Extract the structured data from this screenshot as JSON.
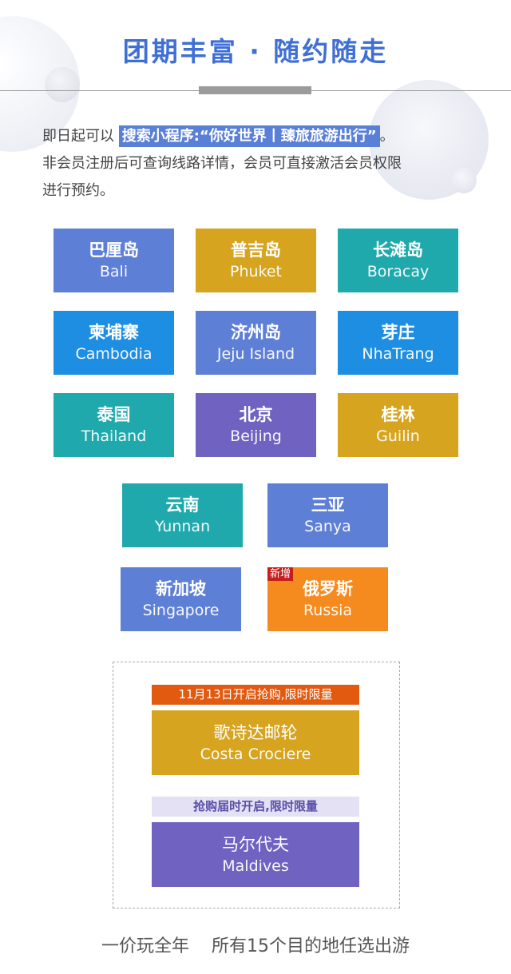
{
  "header": {
    "title": "团期丰富 · 随约随走"
  },
  "intro": {
    "prefix": "即日起可以",
    "highlight": "搜索小程序:“你好世界丨臻旅旅游出行”",
    "suffix": "。",
    "line2": "非会员注册后可查询线路详情，会员可直接激活会员权限",
    "line3": "进行预约。"
  },
  "colors": {
    "title_blue": "#3f6fd4",
    "periwinkle": "#5e7fd6",
    "gold": "#d6a41f",
    "teal": "#20a9ad",
    "blue": "#1e8ee2",
    "purple": "#6f62c0",
    "orange": "#f58a1f",
    "new_badge_red": "#c81d1d",
    "notice_orange": "#e15a10",
    "notice_lavender": "#e4e1f4"
  },
  "destinations": [
    {
      "cn": "巴厘岛",
      "en": "Bali"
    },
    {
      "cn": "普吉岛",
      "en": "Phuket"
    },
    {
      "cn": "长滩岛",
      "en": "Boracay"
    },
    {
      "cn": "柬埔寨",
      "en": "Cambodia"
    },
    {
      "cn": "济州岛",
      "en": "Jeju Island"
    },
    {
      "cn": "芽庄",
      "en": "NhaTrang"
    },
    {
      "cn": "泰国",
      "en": "Thailand"
    },
    {
      "cn": "北京",
      "en": "Beijing"
    },
    {
      "cn": "桂林",
      "en": "Guilin"
    },
    {
      "cn": "云南",
      "en": "Yunnan"
    },
    {
      "cn": "三亚",
      "en": "Sanya"
    },
    {
      "cn": "新加坡",
      "en": "Singapore"
    },
    {
      "cn": "俄罗斯",
      "en": "Russia",
      "badge": "新增"
    }
  ],
  "special": {
    "cruise_notice": "11月13日开启抢购,限时限量",
    "cruise": {
      "cn": "歌诗达邮轮",
      "en": "Costa Crociere"
    },
    "maldives_notice": "抢购届时开启,限时限量",
    "maldives": {
      "cn": "马尔代夫",
      "en": "Maldives"
    }
  },
  "footer": {
    "left": "一价玩全年",
    "right": "所有15个目的地任选出游"
  }
}
